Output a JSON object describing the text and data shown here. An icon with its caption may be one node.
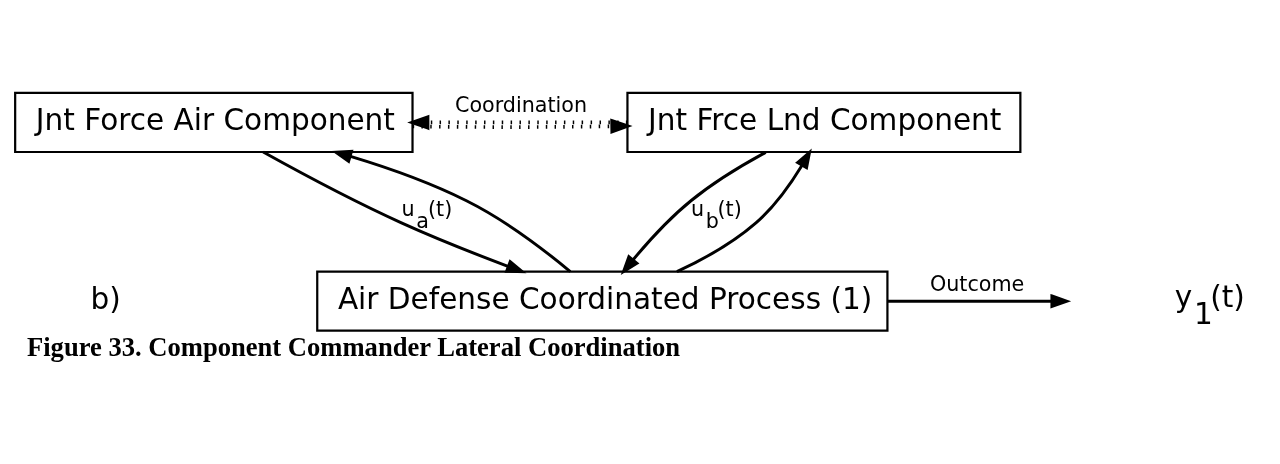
{
  "diagram": {
    "caption": "Figure 33. Component Commander Lateral Coordination",
    "nodes": [
      {
        "text": [
          "Jnt Force Air Component"
        ]
      },
      {
        "text": [
          "Jnt Frce Lnd Component"
        ]
      },
      {
        "text": [
          "Air Defense Coordinated Process (1)"
        ]
      }
    ],
    "edges": [
      {
        "from": 1,
        "to": 0,
        "arrow": "to",
        "style": "dashed",
        "label": "Coordination"
      },
      {
        "from": 0,
        "to": 1,
        "arrow": "to",
        "style": "dashed"
      },
      {
        "from": 0,
        "to": 2,
        "arrow": "to",
        "label": "u$_{a}$(t)"
      },
      {
        "from": 2,
        "to": 0,
        "arrow": "to"
      },
      {
        "from": 1,
        "to": 2,
        "arrow": "to",
        "label": "u$_{b}$(t)"
      },
      {
        "from": 2,
        "to": 1,
        "arrow": "to"
      },
      {
        "from": 2,
        "to": null,
        "arrow": "to",
        "label": "Outcome"
      }
    ],
    "labels": [
      "b)",
      "y$_{1}$(t)"
    ]
  }
}
